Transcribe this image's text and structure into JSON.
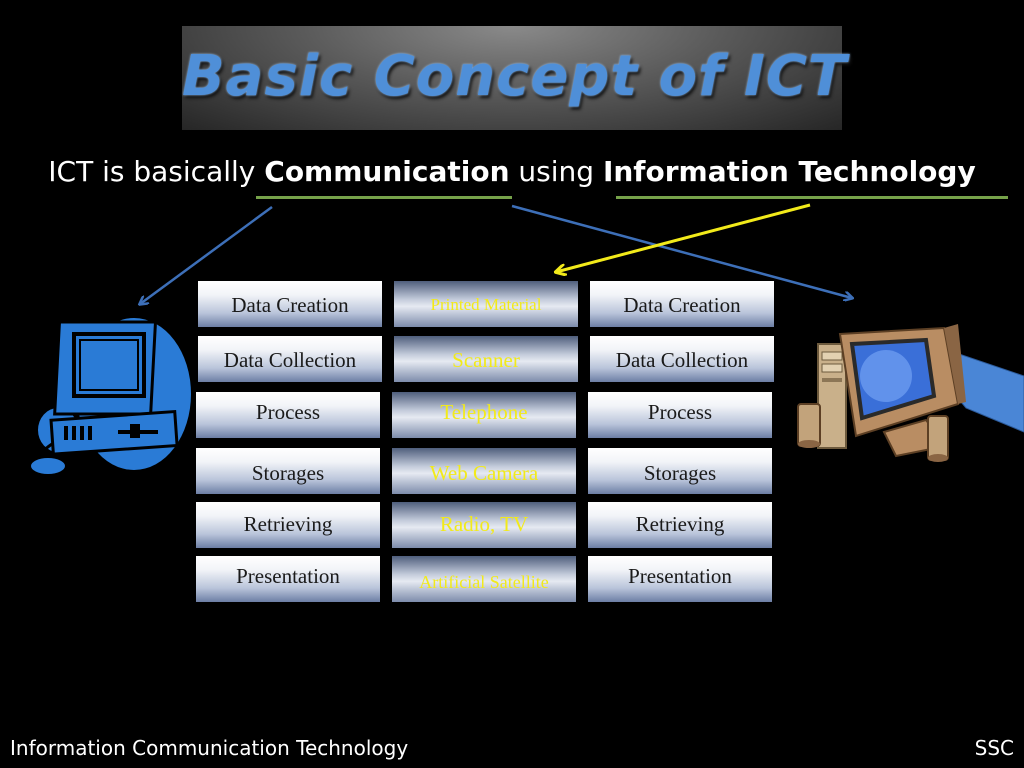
{
  "slide": {
    "title": "Basic Concept of ICT",
    "subtitle": {
      "part1": "ICT is basically ",
      "highlight1": "Communication",
      "part2": " using ",
      "highlight2": "Information Technology"
    },
    "columns": {
      "left": [
        "Data Creation",
        "Data Collection",
        "Process",
        "Storages",
        "Retrieving",
        "Presentation"
      ],
      "middle": [
        "Printed Material",
        "Scanner",
        "Telephone",
        "Web Camera",
        "Radio, TV",
        "Artificial Satellite"
      ],
      "right": [
        "Data Creation",
        "Data Collection",
        "Process",
        "Storages",
        "Retrieving",
        "Presentation"
      ]
    },
    "footer": {
      "left": "Information Communication Technology",
      "right": "SSC"
    },
    "colors": {
      "title": "#4f8fd8",
      "underline": "#76a24a",
      "blue_arrow": "#3d6fb8",
      "yellow_arrow": "#f2ea1a",
      "middle_text": "#f2ea1a"
    },
    "icons": [
      "blue-computer-clipart-icon",
      "beige-desktop-computer-icon"
    ]
  }
}
